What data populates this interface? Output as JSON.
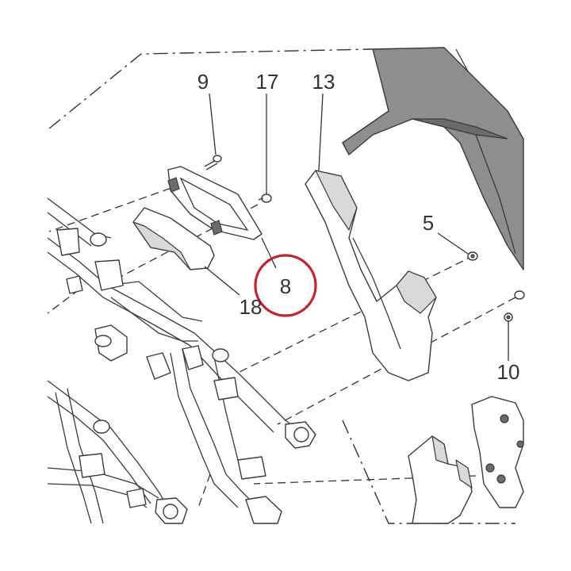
{
  "callouts": {
    "c9": "9",
    "c17": "17",
    "c13": "13",
    "c5": "5",
    "c8": "8",
    "c18": "18",
    "c10": "10"
  },
  "highlight": {
    "part": "8",
    "color": "#c8202f"
  },
  "colors": {
    "line": "#3a3a3a",
    "part_fill": "#ffffff",
    "cover_fill": "#8e8e8e"
  }
}
